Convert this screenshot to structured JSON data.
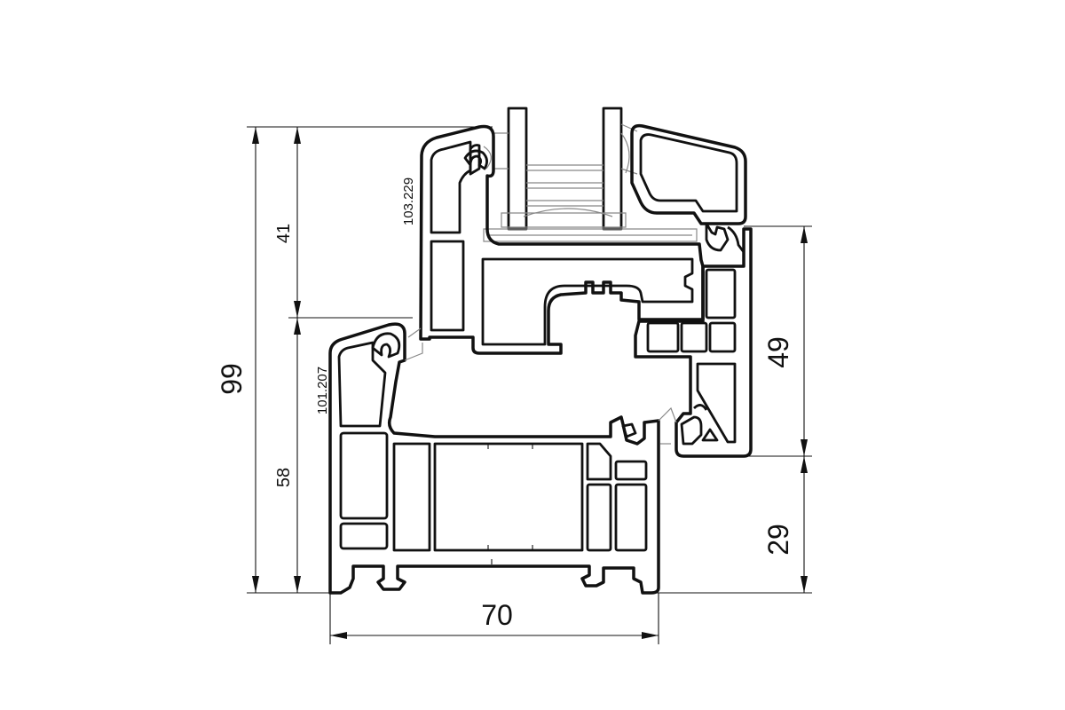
{
  "drawing": {
    "dimensions": {
      "total_height": "99",
      "upper_height": "41",
      "lower_height": "58",
      "right_upper": "49",
      "right_lower": "29",
      "width": "70"
    },
    "profile_codes": {
      "sash": "103.229",
      "frame": "101.207"
    }
  }
}
